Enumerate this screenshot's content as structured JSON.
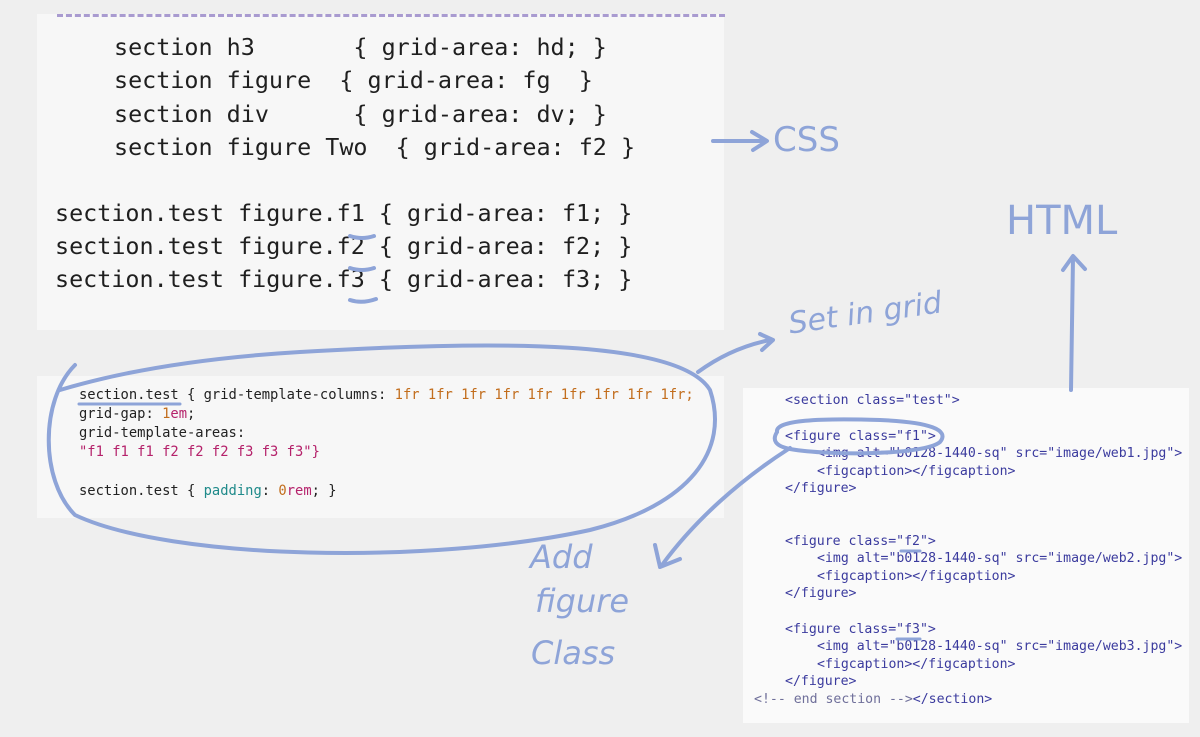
{
  "css_top": {
    "lines": [
      "section h3       { grid-area: hd; }",
      "section figure  { grid-area: fg  }",
      "section div      { grid-area: dv; }",
      "section figure Two  { grid-area: f2 }",
      "section.test figure.f1 { grid-area: f1; }",
      "section.test figure.f2 { grid-area: f2; }",
      "section.test figure.f3 { grid-area: f3; }"
    ]
  },
  "css_bottom": {
    "selector": "section.test",
    "line1_rest": " { grid-template-columns: ",
    "fr_values": "1fr 1fr 1fr 1fr 1fr 1fr 1fr 1fr 1fr;",
    "line2_prop": "grid-gap: ",
    "line2_num": "1",
    "line2_unit": "em",
    "line2_end": ";",
    "line3": "grid-template-areas:",
    "line4": "\"f1 f1 f1 f2 f2 f2 f3 f3 f3\"}",
    "line5_sel": "section.test { ",
    "line5_prop": "padding",
    "line5_colon": ": ",
    "line5_num": "0",
    "line5_unit": "rem",
    "line5_end": "; }"
  },
  "html_code": {
    "section_open": "<section class=\"test\">",
    "fig1_open": "<figure class=\"f1\">",
    "img1": "<img alt=\"b0128-1440-sq\" src=\"image/web1.jpg\">",
    "figcap": "<figcaption></figcaption>",
    "fig_close": "</figure>",
    "fig2_open": "<figure class=\"f2\">",
    "img2": "<img alt=\"b0128-1440-sq\" src=\"image/web2.jpg\">",
    "fig3_open": "<figure class=\"f3\">",
    "img3": "<img alt=\"b0128-1440-sq\" src=\"image/web3.jpg\">",
    "comment": "<!-- end section -->",
    "section_close": "</section>"
  },
  "annotations": {
    "css": "CSS",
    "html": "HTML",
    "set_in_grid": "Set in grid",
    "add": "Add",
    "figure": "figure",
    "class": "Class"
  },
  "colors": {
    "annotation_blue": "#8ea4d8",
    "dash_purple": "#a99bd0"
  }
}
